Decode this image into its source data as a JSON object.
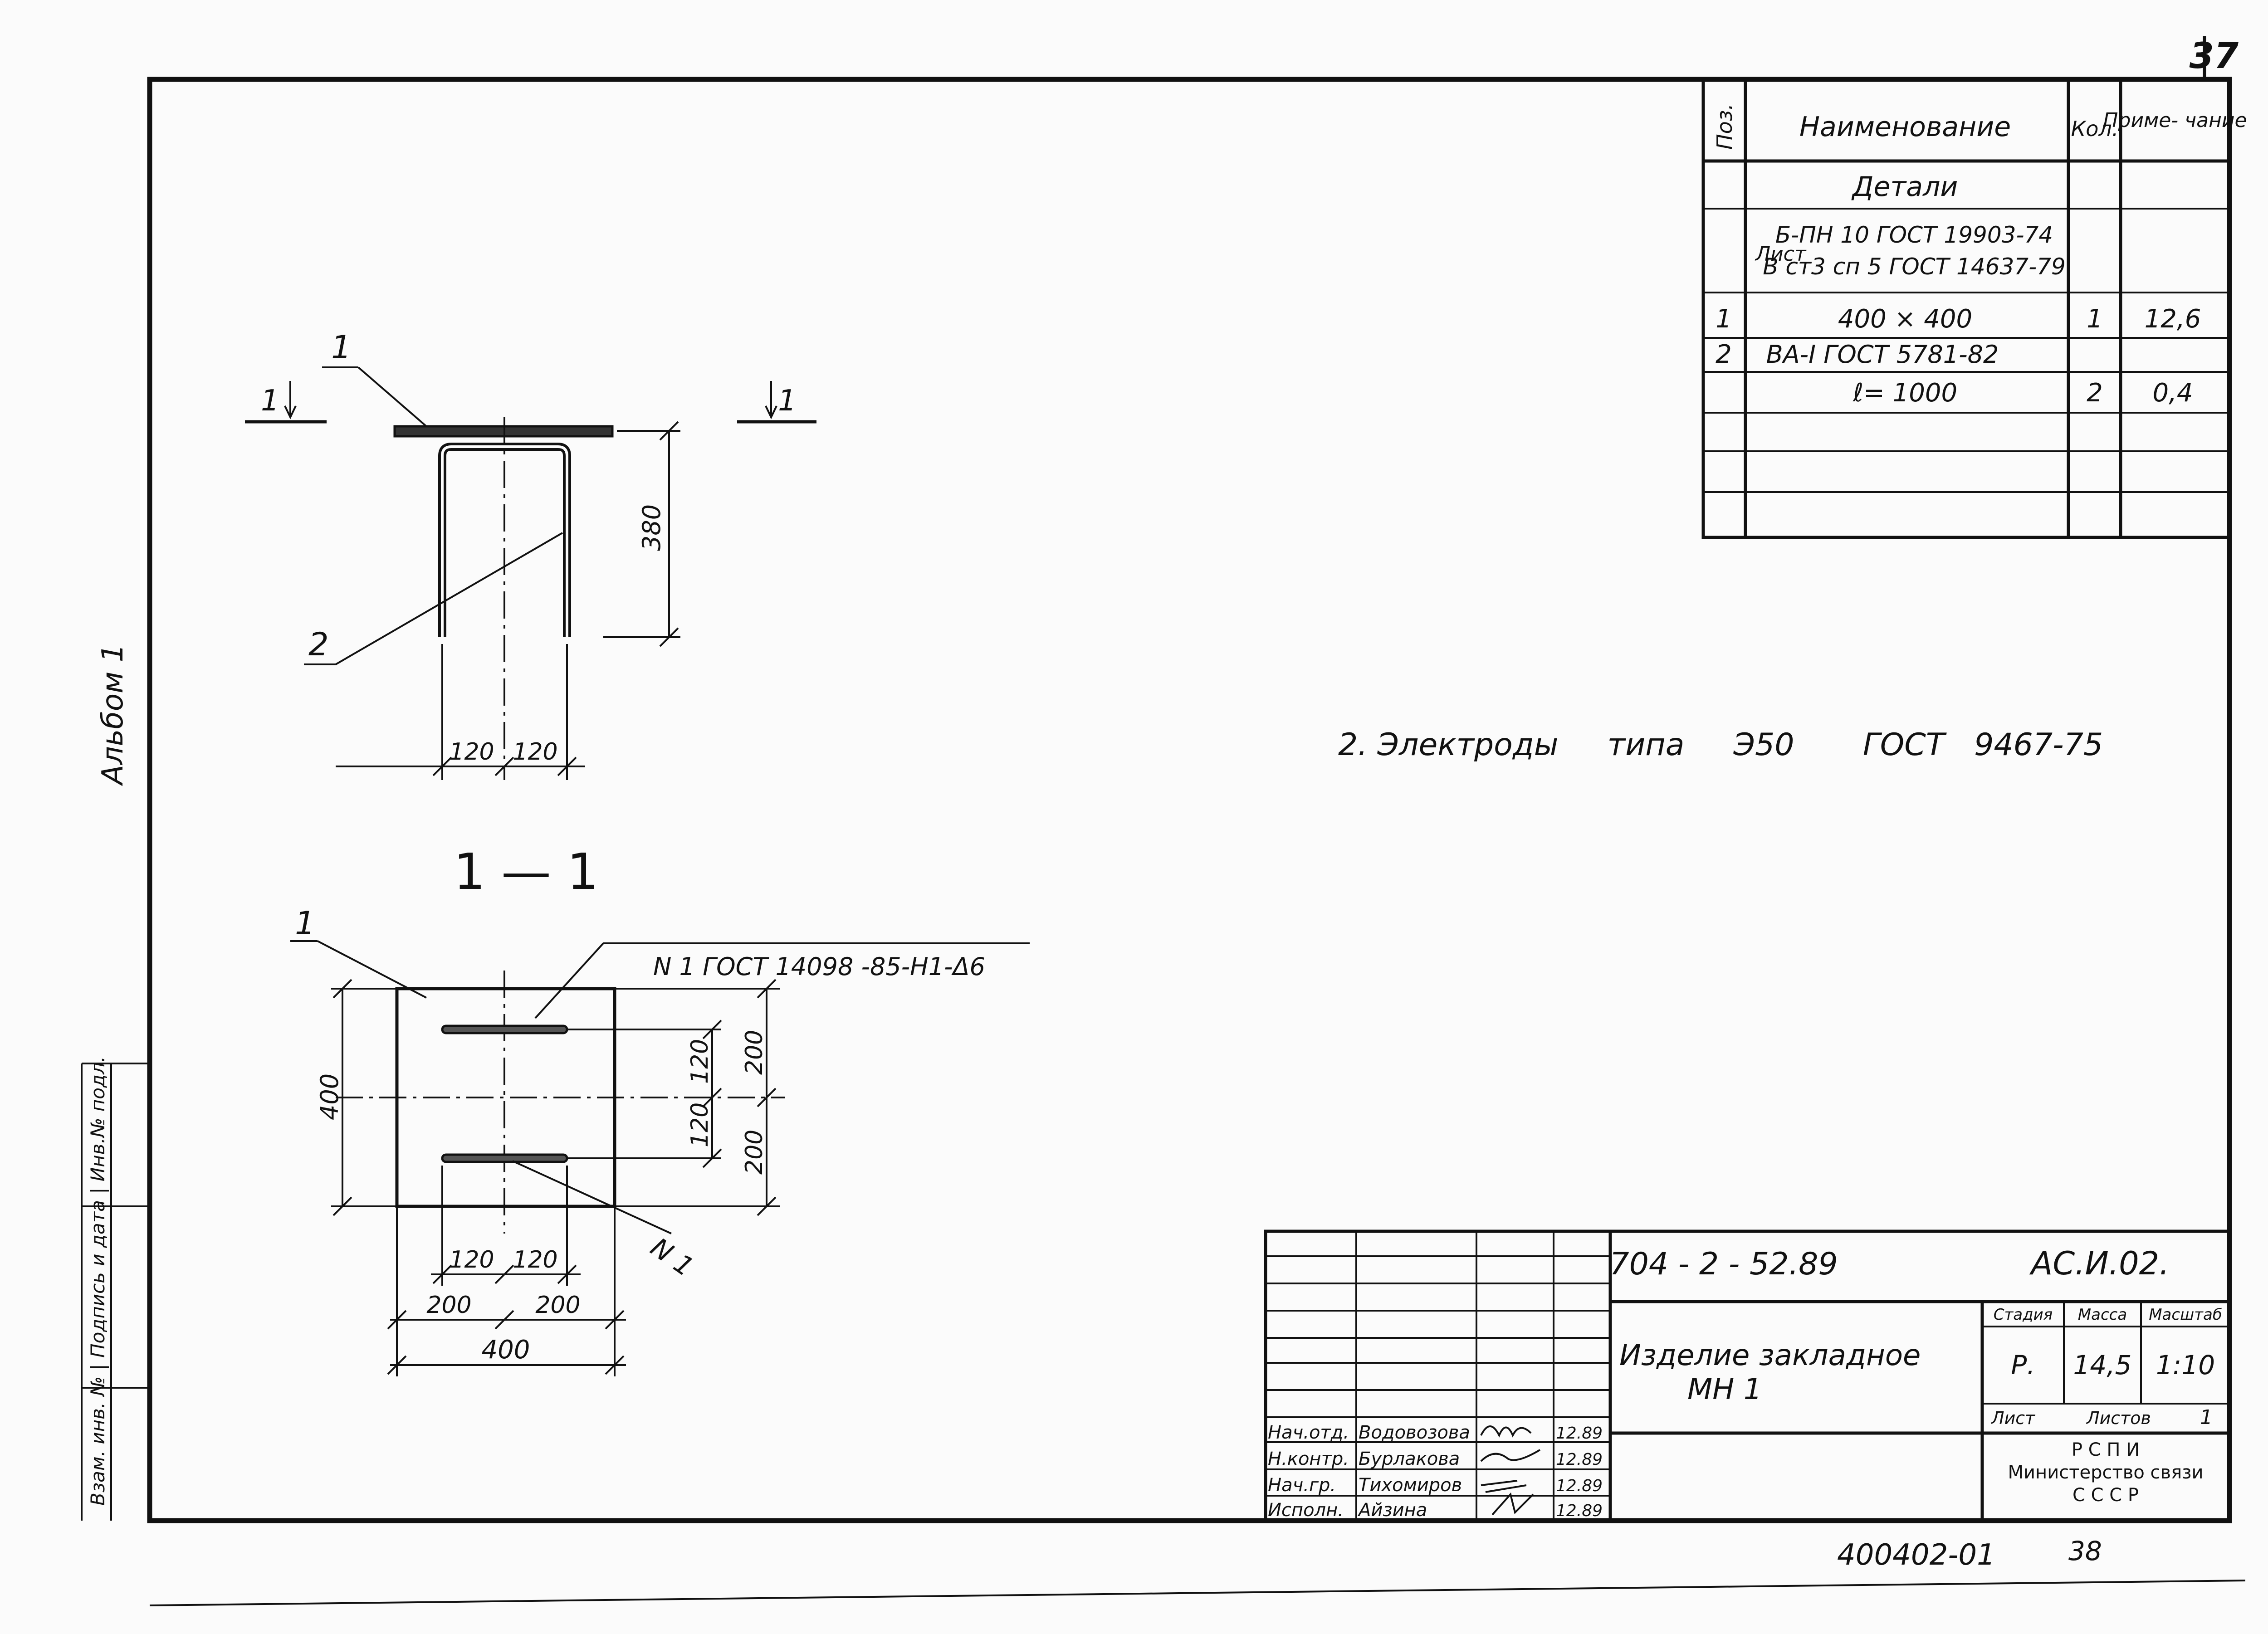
{
  "sheet_number": "37",
  "bottom_code": "400402-01",
  "bottom_page": "38",
  "album_label": "Альбом 1",
  "side_stamp": "Взам. инв. № | Подпись и дата | Инв.№ подл.",
  "spec": {
    "headers": {
      "pos": "Поз.",
      "name": "Наименование",
      "qty": "Кол.",
      "note": "Приме-\nчание"
    },
    "rows": [
      {
        "pos": "",
        "name": "Детали",
        "qty": "",
        "note": ""
      },
      {
        "pos": "",
        "name": "Лист  Б-ПН 10 ГОСТ 19903-74 / В ст3 сп 5 ГОСТ 14637-79",
        "qty": "",
        "note": ""
      },
      {
        "pos": "1",
        "name": "400 × 400",
        "qty": "1",
        "note": "12,6"
      },
      {
        "pos": "2",
        "name": "ВА-I  ГОСТ 5781-82",
        "qty": "",
        "note": ""
      },
      {
        "pos": "",
        "name": "ℓ= 1000",
        "qty": "2",
        "note": "0,4"
      }
    ],
    "name_row2_line1": "Б-ПН 10 ГОСТ 19903-74",
    "name_row2_line2": "В ст3 сп 5 ГОСТ 14637-79",
    "name_row2_prefix": "Лист"
  },
  "note_text": "2. Электроды     типа     Э50       ГОСТ   9467-75",
  "view_top": {
    "pos1_label": "1",
    "pos2_label": "2",
    "section_marker_left": "1",
    "section_marker_right": "1",
    "dim_height": "380",
    "dim_left": "120",
    "dim_right": "120"
  },
  "section_title": "1 — 1",
  "view_section": {
    "pos1_label": "1",
    "weld_note": "N 1 ГОСТ 14098 -85-Н1-Δ6",
    "weld_label": "N 1",
    "dim_left_height": "400",
    "dim_inner_top": "120",
    "dim_inner_bottom": "120",
    "dim_outer_top": "200",
    "dim_outer_bottom": "200",
    "dim_bottom_120a": "120",
    "dim_bottom_120b": "120",
    "dim_bottom_200a": "200",
    "dim_bottom_200b": "200",
    "dim_bottom_total": "400"
  },
  "title_block": {
    "doc_code": "704 - 2 - 52.89",
    "sheet_code": "АС.И.02.",
    "title_line1": "Изделие  закладное",
    "title_line2": "МН 1",
    "stage_label": "Стадия",
    "mass_label": "Масса",
    "scale_label": "Масштаб",
    "stage": "Р.",
    "mass": "14,5",
    "scale": "1:10",
    "sheet_label": "Лист",
    "sheets_label": "Листов",
    "sheets_value": "1",
    "org_line1": "Р С П И",
    "org_line2": "Министерство связи",
    "org_line3": "С С С Р",
    "signatures": [
      {
        "role": "Нач.отд.",
        "name": "Водовозова",
        "date": "12.89"
      },
      {
        "role": "Н.контр.",
        "name": "Бурлакова",
        "date": "12.89"
      },
      {
        "role": "Нач.гр.",
        "name": "Тихомиров",
        "date": "12.89"
      },
      {
        "role": "Исполн.",
        "name": "Айзина",
        "date": "12.89"
      }
    ]
  }
}
